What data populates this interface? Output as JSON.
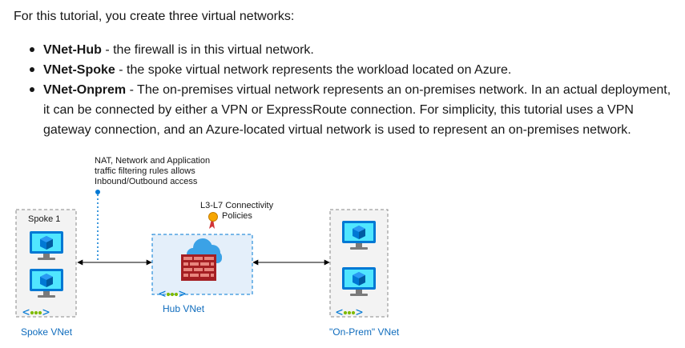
{
  "intro": "For this tutorial, you create three virtual networks:",
  "bullets": [
    {
      "term": "VNet-Hub",
      "text": " - the firewall is in this virtual network."
    },
    {
      "term": "VNet-Spoke",
      "text": " - the spoke virtual network represents the workload located on Azure."
    },
    {
      "term": "VNet-Onprem",
      "text": " - The on-premises virtual network represents an on-premises network. In an actual deployment, it can be connected by either a VPN or ExpressRoute connection. For simplicity, this tutorial uses a VPN gateway connection, and an Azure-located virtual network is used to represent an on-premises network."
    }
  ],
  "diagram": {
    "nat_note": [
      "NAT, Network and Application",
      "traffic filtering rules allows",
      "Inbound/Outbound access"
    ],
    "policy_note": [
      "L3-L7 Connectivity",
      "Policies"
    ],
    "spoke_box_title": "Spoke 1",
    "spoke_vnet": "Spoke VNet",
    "hub_vnet": "Hub VNet",
    "onprem_vnet": "\"On-Prem\" VNet",
    "icons": [
      "virtual-machine-icon",
      "firewall-icon",
      "cloud-icon",
      "vnet-icon",
      "policy-badge-icon"
    ],
    "colors": {
      "azure_blue": "#0078d4",
      "vm_light": "#50e6ff",
      "firewall_red": "#c0392b",
      "label_blue": "#0f6cbd"
    }
  }
}
